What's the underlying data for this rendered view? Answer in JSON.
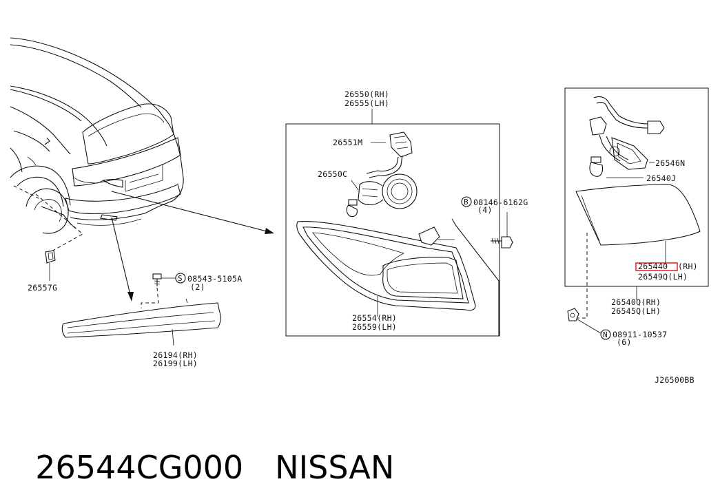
{
  "diagram": {
    "code": "J26500BB",
    "parts": {
      "p26550": [
        "26550(RH)",
        "26555(LH)"
      ],
      "p26551M": "26551M",
      "p26550C": "26550C",
      "p26554": [
        "26554(RH)",
        "26559(LH)"
      ],
      "p08146": [
        "08146-6162G",
        "(4)"
      ],
      "p26546N": "26546N",
      "p26540J": "26540J",
      "p265440_code": "265440",
      "p265440_side": "(RH)",
      "p26549Q": "26549Q(LH)",
      "p26540Q": [
        "26540Q(RH)",
        "26545Q(LH)"
      ],
      "p08911": [
        "08911-10537",
        "(6)"
      ],
      "p26557G": "26557G",
      "p08543": [
        "08543-5105A",
        "(2)"
      ],
      "p26194": [
        "26194(RH)",
        "26199(LH)"
      ]
    },
    "symbols": {
      "B": "B",
      "S": "S",
      "N": "N"
    },
    "highlight_color": "#e02020"
  },
  "footer": {
    "part_number": "26544CG000",
    "brand": "NISSAN"
  }
}
